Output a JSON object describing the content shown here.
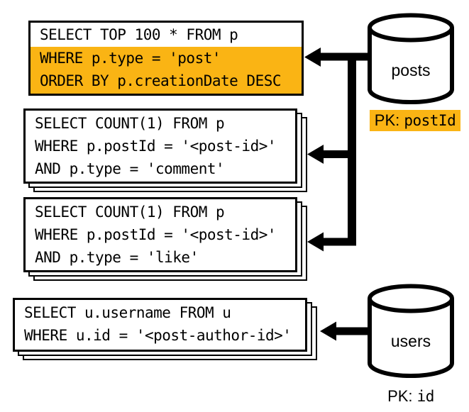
{
  "diagram": {
    "queries": [
      {
        "id": "top-posts",
        "lines": [
          {
            "text": "SELECT TOP 100 * FROM p",
            "highlighted": false
          },
          {
            "text": "WHERE p.type = 'post'",
            "highlighted": true
          },
          {
            "text": "ORDER BY p.creationDate DESC",
            "highlighted": true
          }
        ]
      },
      {
        "id": "comment-count",
        "lines": [
          {
            "text": "SELECT COUNT(1) FROM p",
            "highlighted": false
          },
          {
            "text": "WHERE p.postId = '<post-id>'",
            "highlighted": false
          },
          {
            "text": "AND p.type = 'comment'",
            "highlighted": false
          }
        ]
      },
      {
        "id": "like-count",
        "lines": [
          {
            "text": "SELECT COUNT(1) FROM p",
            "highlighted": false
          },
          {
            "text": "WHERE p.postId = '<post-id>'",
            "highlighted": false
          },
          {
            "text": "AND p.type = 'like'",
            "highlighted": false
          }
        ]
      },
      {
        "id": "post-author",
        "lines": [
          {
            "text": "SELECT u.username FROM u",
            "highlighted": false
          },
          {
            "text": "WHERE u.id = '<post-author-id>'",
            "highlighted": false
          }
        ]
      }
    ],
    "databases": [
      {
        "label": "posts",
        "pk_prefix": "PK: ",
        "pk_field": "postId",
        "pk_highlighted": true
      },
      {
        "label": "users",
        "pk_prefix": "PK: ",
        "pk_field": "id",
        "pk_highlighted": false
      }
    ],
    "colors": {
      "highlight": "#FAB414",
      "stroke": "#000000",
      "box_bg": "#FFFFFF"
    }
  }
}
